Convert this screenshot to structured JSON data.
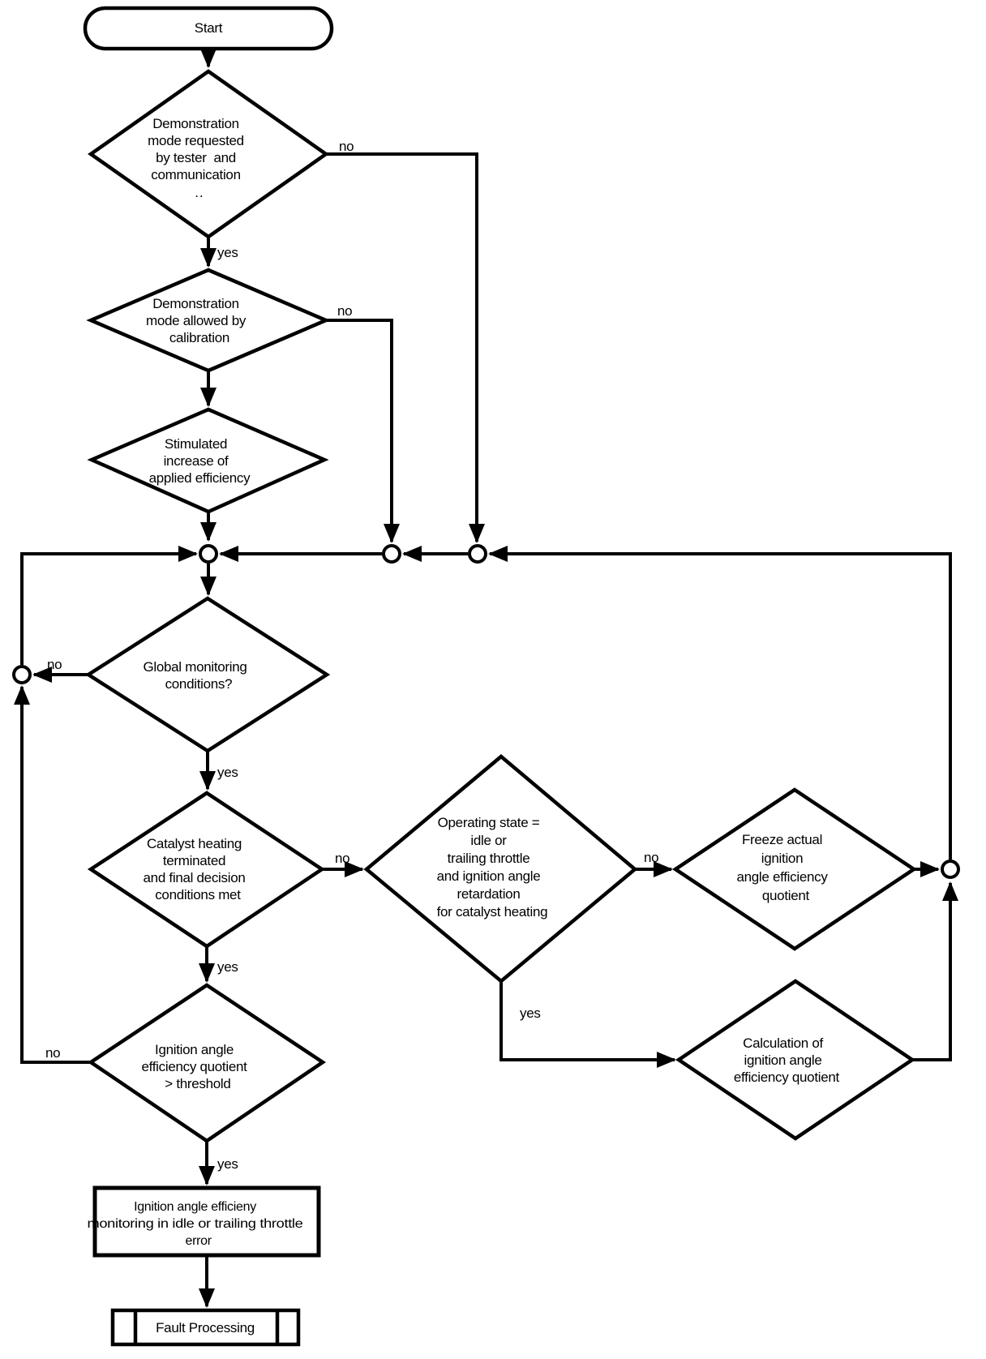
{
  "diagram": {
    "labels": {
      "yes": "yes",
      "no": "no"
    },
    "nodes": {
      "start": {
        "label": "Start"
      },
      "demo_requested": {
        "lines": [
          "Demonstration",
          "mode requested",
          "by tester  and",
          "communication",
          ".."
        ]
      },
      "demo_allowed": {
        "lines": [
          "Demonstration",
          "mode allowed by",
          "calibration"
        ]
      },
      "stimulated_increase": {
        "lines": [
          "Stimulated",
          "increase of",
          "applied efficiency"
        ]
      },
      "global_monitoring": {
        "lines": [
          "Global monitoring",
          "conditions?"
        ]
      },
      "catalyst_heating": {
        "lines": [
          "Catalyst heating",
          "terminated",
          "and final decision",
          "conditions met"
        ]
      },
      "operating_state": {
        "lines": [
          "Operating state =",
          "idle or",
          "trailing throttle",
          "and ignition angle",
          "retardation",
          "for catalyst heating"
        ]
      },
      "freeze_quotient": {
        "lines": [
          "Freeze actual",
          "ignition",
          "angle efficiency",
          "quotient"
        ]
      },
      "calc_quotient": {
        "lines": [
          "Calculation of",
          "ignition angle",
          "efficiency quotient"
        ]
      },
      "threshold_check": {
        "lines": [
          "Ignition angle",
          "efficiency quotient",
          "> threshold"
        ]
      },
      "error_box": {
        "lines": [
          "Ignition angle efficieny",
          "monitoring in idle or trailing throttle",
          "error"
        ]
      },
      "fault_processing": {
        "label": "Fault Processing"
      }
    },
    "colors": {
      "ink": "#000000",
      "paper": "#ffffff"
    }
  }
}
